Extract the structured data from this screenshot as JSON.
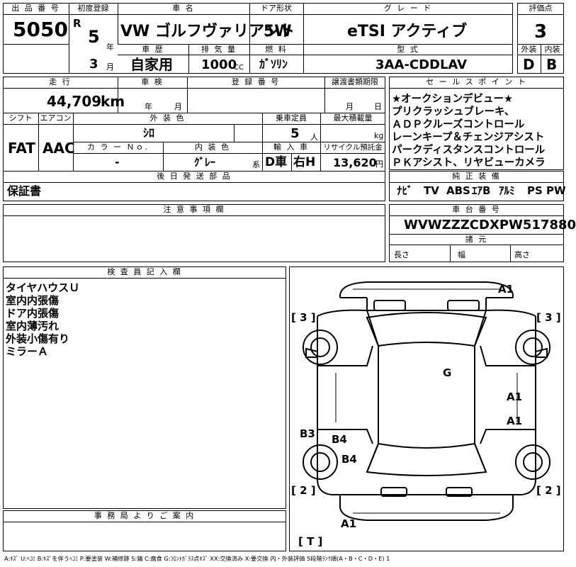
{
  "labels": {
    "lot_no": "出 品 番 号",
    "first_reg": "初度登録",
    "car_name": "車 名",
    "door_type": "ドア形状",
    "grade": "グ レ ー ド",
    "score": "評価点",
    "history": "車 歴",
    "displacement": "排 気 量",
    "fuel": "燃 料",
    "model_code": "型 式",
    "exterior": "外装",
    "interior": "内装",
    "mileage": "走 行",
    "inspection": "車 検",
    "reg_no": "登 録 番 号",
    "transfer_deadline": "譲渡書類期限",
    "sales_points": "セ ー ル ス ポ イ ン ト",
    "shift": "シフト",
    "aircon": "エアコン",
    "ext_color": "外 装 色",
    "capacity": "乗車定員",
    "max_load": "最大積載量",
    "color_no": "カ ラ ー Ｎｏ.",
    "int_color": "内 装 色",
    "import": "輸 入 車",
    "recycle": "リサイクル預託金",
    "later_parts": "後 日 発 送 部 品",
    "genuine_equip": "純 正 装 備",
    "notes": "注 意 事 項 欄",
    "chassis_no": "車 台 番 号",
    "specs": "諸 元",
    "inspector_notes": "検 査 員 記 入 欄",
    "office_notes": "事 務 局 よ り ご 案 内",
    "length": "長さ",
    "width": "幅",
    "height": "高さ",
    "unit_year": "年",
    "unit_month": "月",
    "unit_cc": "CC",
    "unit_km": "km",
    "unit_person": "人",
    "unit_kg": "kg",
    "unit_yen": "円",
    "unit_kei": "系"
  },
  "values": {
    "lot_no": "5050",
    "era": "R",
    "year": "5",
    "month": "3",
    "car_name": "VW ゴルフヴァリアント",
    "door_type": "5W",
    "grade": "eTSI アクティブ",
    "score": "3",
    "history": "自家用",
    "displacement": "1000",
    "fuel": "ｶﾞｿﾘﾝ",
    "model_code": "3AA-CDDLAV",
    "exterior": "D",
    "interior": "B",
    "mileage": "44,709",
    "inspection_year": "年",
    "inspection_month": "月",
    "transfer_month": "月",
    "transfer_day": "日",
    "shift": "FAT",
    "aircon": "AAC",
    "ext_color": "ｼﾛ",
    "capacity": "5",
    "color_no": "-",
    "int_color": "ｸﾞﾚｰ",
    "import_drive": "D車",
    "import_hand": "右H",
    "recycle": "13,620",
    "later_parts": "保証書",
    "chassis_no": "WVWZZZCDXPW517880"
  },
  "sales_points": [
    "★オークションデビュー★",
    "プリクラッシュブレーキ、",
    "ＡＤＰクルーズコントロール",
    "レーンキープ＆チェンジアシスト",
    "パークディスタンスコントロール",
    "ＰＫアシスト、リヤビューカメラ"
  ],
  "equipment": [
    "ﾅﾋﾞ",
    "TV",
    "ABS",
    "ｴｱB",
    "ｱﾙﾐ",
    "PS",
    "PW"
  ],
  "inspector_notes": [
    "タイヤハウスＵ",
    "室内内張傷",
    "ドア内張傷",
    "室内薄汚れ",
    "外装小傷有り",
    "ミラーＡ"
  ],
  "diagram": {
    "marks": {
      "m_a1_top": "A1",
      "m_g": "G",
      "m_a1_r1": "A1",
      "m_a1_r2": "A1",
      "m_b3": "B3",
      "m_b4_1": "B4",
      "m_b4_2": "B4",
      "m_a1_bottom": "A1"
    },
    "brackets": {
      "b_fl": "[ 3 ]",
      "b_fr": "[ 3 ]",
      "b_rl": "[ 2 ]",
      "b_rr": "[ 2 ]",
      "b_t": "[ T ]"
    }
  },
  "legend": "A:ｷｽﾞ U:ﾍｺﾐ B:ｷｽﾞを伴うﾍｺﾐ P:要塗装 W:補修跡 S:錆 C:腐食 G:ﾌﾛﾝﾄｶﾞﾗｽ点ｷｽﾞ XX:交換済み X:要交換 内・外装評価 5段階ﾗﾝｸ順(A・B・C・D・E) 1"
}
